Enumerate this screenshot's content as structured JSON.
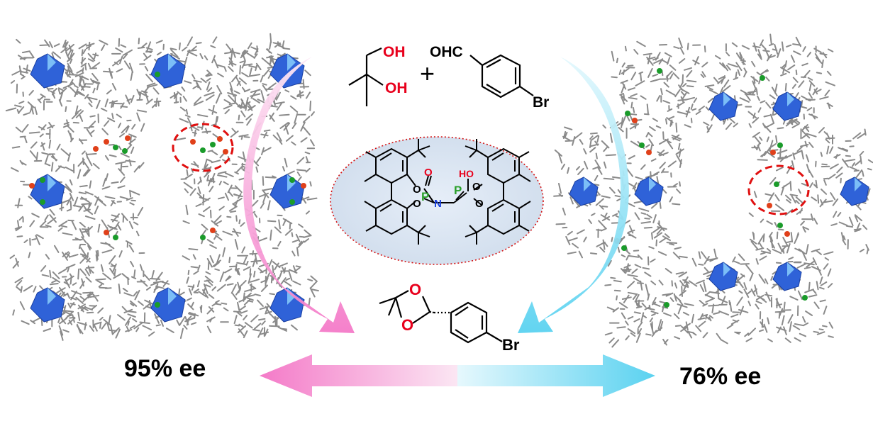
{
  "labels": {
    "left_ee": "95% ee",
    "right_ee": "76% ee",
    "plus": "+",
    "oh_top": "OH",
    "oh_bottom": "OH",
    "aldehyde_group": "OHC",
    "bromo_top": "Br",
    "bromo_product": "Br",
    "ring_oxygen_top": "O",
    "ring_oxygen_bottom": "O",
    "cat_o_left_top": "O",
    "cat_o_left_bottom": "O",
    "cat_p_left": "P",
    "cat_oxo": "O",
    "cat_n": "N",
    "cat_p_right": "P",
    "cat_ho": "HO",
    "cat_o_right_top": "O",
    "cat_o_right_bottom": "O"
  },
  "colors": {
    "pink": "#f47ac8",
    "cyan": "#5ad2f0",
    "polyhedron_blue": "#2f62d8",
    "polyhedron_light": "#8fd6ff",
    "framework_gray": "#8a8a8a",
    "atom_green": "#1a9b2a",
    "atom_red": "#e0401a",
    "oxygen_red": "#e8001c",
    "nitrogen_blue": "#1840e0",
    "phosphorus_green": "#2aa02a",
    "catalyst_bg": "#d8e6f4",
    "dashed_red": "#e01010"
  }
}
